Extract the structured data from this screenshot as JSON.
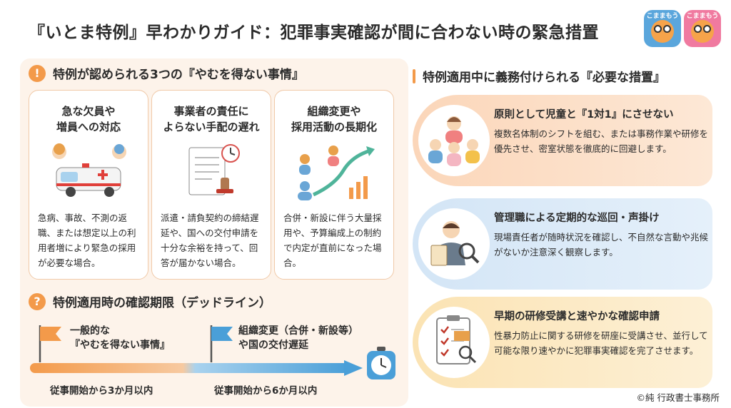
{
  "title": "『いとま特例』早わかりガイド：犯罪事実確認が間に合わない時の緊急措置",
  "logos": [
    {
      "text": "こままもう",
      "color": "#5aa6dc"
    },
    {
      "text": "こままもう",
      "color": "#f07aa0"
    }
  ],
  "left_section": {
    "icon": "!",
    "heading": "特例が認められる3つの『やむを得ない事情』",
    "cards": [
      {
        "title_line1": "急な欠員や",
        "title_line2": "増員への対応",
        "illustration": "ambulance-icon",
        "body": "急病、事故、不測の返職、または想定以上の利用者増により緊急の採用が必要な場合。"
      },
      {
        "title_line1": "事業者の責任に",
        "title_line2": "よらない手配の遅れ",
        "illustration": "contract-clock-icon",
        "body": "派遣・請負契約の締結遅延や、国への交付申請を十分な余裕を持って、回答が届かない場合。"
      },
      {
        "title_line1": "組織変更や",
        "title_line2": "採用活動の長期化",
        "illustration": "growth-chart-icon",
        "body": "合併・新設に伴う大量採用や、予算編成上の制約で内定が直前になった場合。"
      }
    ]
  },
  "deadline_section": {
    "icon": "?",
    "heading": "特例適用時の確認期限（デッドライン）",
    "flag1_line1": "一般的な",
    "flag1_line2": "『やむを得ない事情』",
    "flag2_line1": "組織変更（合併・新設等）",
    "flag2_line2": "や国の交付遅延",
    "label1": "従事開始から3か月以内",
    "label2": "従事開始から6か月以内",
    "colors": {
      "first": "#f39a4a",
      "second": "#4a9fd8"
    }
  },
  "right_section": {
    "heading": "特例適用中に義務付けられる『必要な措置』",
    "measures": [
      {
        "title": "原則として児童と『1対1』にさせない",
        "body": "複数名体制のシフトを組む、または事務作業や研修を優先させ、密室状態を徹底的に回避します。",
        "illustration": "children-group-icon"
      },
      {
        "title": "管理職による定期的な巡回・声掛け",
        "body": "現場責任者が随時状況を確認し、不自然な言動や兆候がないか注意深く観察します。",
        "illustration": "manager-magnifier-icon"
      },
      {
        "title": "早期の研修受講と速やかな確認申請",
        "body": "性暴力防止に関する研修を研座に受講させ、並行して可能な限り速やかに犯罪事実確認を完了させます。",
        "illustration": "checklist-icon"
      }
    ]
  },
  "copyright": "©純 行政書士事務所"
}
